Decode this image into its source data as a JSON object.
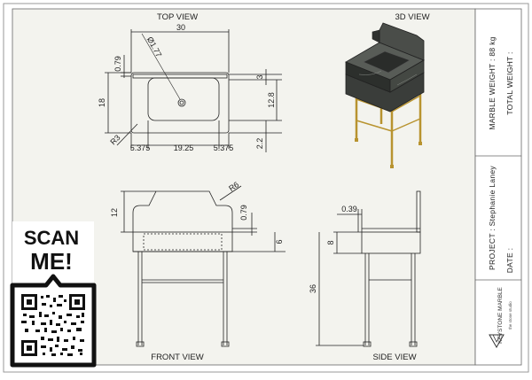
{
  "views": {
    "top": "TOP VIEW",
    "three_d": "3D VIEW",
    "front": "FRONT VIEW",
    "side": "SIDE VIEW"
  },
  "title_block": {
    "marble_weight": "MARBLE WEIGHT : 88 kg",
    "total_weight": "TOTAL WEIGHT :",
    "project": "PROJECT : Stephanie Laney",
    "date": "DATE :",
    "logo_text": "KEYSTONE MARBLE",
    "logo_sub": "the stone studio"
  },
  "scan": {
    "line1": "SCAN",
    "line2": "ME!"
  },
  "dimensions": {
    "top_width": "30",
    "top_diameter": "Ø1.77",
    "top_079": "0.79",
    "top_18": "18",
    "top_3": "3",
    "top_128": "12.8",
    "top_22": "2.2",
    "top_r3": "R3",
    "top_5375_left": "5.375",
    "top_1925": "19.25",
    "top_5375_right": "5.375",
    "front_12": "12",
    "front_r6": "R6",
    "front_079": "0.79",
    "front_6": "6",
    "side_039": "0.39",
    "side_8": "8",
    "side_36": "36"
  },
  "colors": {
    "brass": "#b8932f",
    "marble_dark": "#3a3d3a",
    "frame": "#888888"
  }
}
